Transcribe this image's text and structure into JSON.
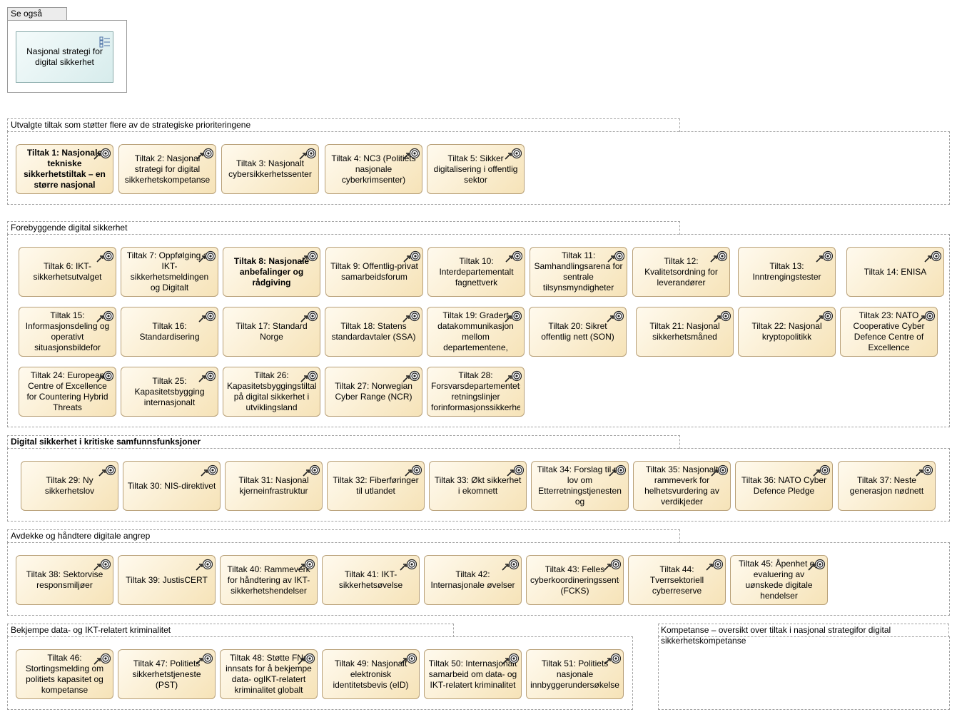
{
  "see_also": {
    "title": "Se også",
    "strategy_label": "Nasjonal strategi for digital sikkerhet",
    "strategy_icon": "list-tree-icon"
  },
  "groups": [
    {
      "id": "g1",
      "title": "Utvalgte tiltak som støtter flere av de strategiske prioriteringene",
      "bold": false
    },
    {
      "id": "g2",
      "title": "Forebyggende digital sikkerhet",
      "bold": false
    },
    {
      "id": "g3",
      "title": "Digital sikkerhet i kritiske samfunnsfunksjoner",
      "bold": true
    },
    {
      "id": "g4",
      "title": "Avdekke og håndtere digitale angrep",
      "bold": false
    },
    {
      "id": "g5",
      "title": "Bekjempe data- og IKT-relatert kriminalitet",
      "bold": false
    },
    {
      "id": "g6",
      "title": "Kompetanse – oversikt over tiltak i nasjonal strategifor digital sikkerhetskompetanse",
      "bold": false
    }
  ],
  "card_icon": "target-goal-icon",
  "colors": {
    "card_border": "#b8a078",
    "card_fill": "#f6e3b8",
    "strategy_fill": "#d7ecec"
  },
  "tiltak": [
    {
      "label": "Tiltak 1: Nasjonale tekniske sikkerhetstiltak – en større nasjonal",
      "bold": true
    },
    {
      "label": "Tiltak 2: Nasjonal strategi for digital sikkerhetskompetanse",
      "bold": false
    },
    {
      "label": "Tiltak 3: Nasjonalt cybersikkerhetssenter",
      "bold": false
    },
    {
      "label": "Tiltak 4: NC3 (Politiets nasjonale cyberkrimsenter)",
      "bold": false
    },
    {
      "label": "Tiltak 5: Sikker digitalisering i offentlig sektor",
      "bold": false
    },
    {
      "label": "Tiltak 6: IKT-sikkerhetsutvalget",
      "bold": false
    },
    {
      "label": "Tiltak 7: Oppfølging av IKT-sikkerhetsmeldingen og Digitalt",
      "bold": false
    },
    {
      "label": "Tiltak 8: Nasjonale anbefalinger og rådgiving",
      "bold": true
    },
    {
      "label": "Tiltak 9: Offentlig-privat samarbeidsforum",
      "bold": false
    },
    {
      "label": "Tiltak 10: Interdepartementalt fagnettverk",
      "bold": false
    },
    {
      "label": "Tiltak 11: Samhandlingsarena for sentrale tilsynsmyndigheter",
      "bold": false
    },
    {
      "label": "Tiltak 12: Kvalitetsordning for leverandører",
      "bold": false
    },
    {
      "label": "Tiltak 13: Inntrengingstester",
      "bold": false
    },
    {
      "label": "Tiltak 14: ENISA",
      "bold": false
    },
    {
      "label": "Tiltak 15: Informasjonsdeling og operativt situasjonsbildefor",
      "bold": false
    },
    {
      "label": "Tiltak 16: Standardisering",
      "bold": false
    },
    {
      "label": "Tiltak 17: Standard Norge",
      "bold": false
    },
    {
      "label": "Tiltak 18: Statens standardavtaler (SSA)",
      "bold": false
    },
    {
      "label": "Tiltak 19: Gradert datakommunikasjon mellom departementene,",
      "bold": false
    },
    {
      "label": "Tiltak 20: Sikret offentlig nett (SON)",
      "bold": false
    },
    {
      "label": "Tiltak 21: Nasjonal sikkerhetsmåned",
      "bold": false
    },
    {
      "label": "Tiltak 22: Nasjonal kryptopolitikk",
      "bold": false
    },
    {
      "label": "Tiltak 23: NATO Cooperative Cyber Defence Centre of Excellence",
      "bold": false
    },
    {
      "label": "Tiltak 24: European Centre of Excellence for Countering Hybrid Threats",
      "bold": false
    },
    {
      "label": "Tiltak 25: Kapasitetsbygging internasjonalt",
      "bold": false
    },
    {
      "label": "Tiltak 26: Kapasitetsbyggingstiltak på digital sikkerhet i utviklingsland",
      "bold": false
    },
    {
      "label": "Tiltak 27: Norwegian Cyber Range (NCR)",
      "bold": false
    },
    {
      "label": "Tiltak 28: Forsvarsdepartementets retningslinjer forinformasjonssikkerhe",
      "bold": false
    },
    {
      "label": "Tiltak 29: Ny sikkerhetslov",
      "bold": false
    },
    {
      "label": "Tiltak 30: NIS-direktivet",
      "bold": false
    },
    {
      "label": "Tiltak 31: Nasjonal kjerneinfrastruktur",
      "bold": false
    },
    {
      "label": "Tiltak 32: Fiberføringer til utlandet",
      "bold": false
    },
    {
      "label": "Tiltak 33: Økt sikkerhet i ekomnett",
      "bold": false
    },
    {
      "label": "Tiltak 34: Forslag til ny lov om Etterretningstjenesten og",
      "bold": false
    },
    {
      "label": "Tiltak 35: Nasjonalt rammeverk for helhetsvurdering av verdikjeder",
      "bold": false
    },
    {
      "label": "Tiltak 36: NATO Cyber Defence Pledge",
      "bold": false
    },
    {
      "label": "Tiltak 37: Neste generasjon nødnett",
      "bold": false
    },
    {
      "label": "Tiltak 38: Sektorvise responsmiljøer",
      "bold": false
    },
    {
      "label": "Tiltak 39: JustisCERT",
      "bold": false
    },
    {
      "label": "Tiltak 40: Rammeverk for håndtering av IKT-sikkerhetshendelser",
      "bold": false
    },
    {
      "label": "Tiltak 41: IKT-sikkerhetsøvelse",
      "bold": false
    },
    {
      "label": "Tiltak 42: Internasjonale øvelser",
      "bold": false
    },
    {
      "label": "Tiltak 43: Felles cyberkoordineringssenter (FCKS)",
      "bold": false
    },
    {
      "label": "Tiltak 44: Tverrsektoriell cyberreserve",
      "bold": false
    },
    {
      "label": "Tiltak 45: Åpenhet og evaluering av uønskede digitale hendelser",
      "bold": false
    },
    {
      "label": "Tiltak 46: Stortingsmelding om politiets kapasitet og kompetanse",
      "bold": false
    },
    {
      "label": "Tiltak 47: Politiets sikkerhetstjeneste (PST)",
      "bold": false
    },
    {
      "label": "Tiltak 48: Støtte FNs innsats for å bekjempe data- ogIKT-relatert kriminalitet globalt",
      "bold": false
    },
    {
      "label": "Tiltak 49: Nasjonalt elektronisk identitetsbevis (eID)",
      "bold": false
    },
    {
      "label": "Tiltak 50: Internasjonalt samarbeid om data- og IKT-relatert kriminalitet",
      "bold": false
    },
    {
      "label": "Tiltak 51: Politiets nasjonale innbyggerundersøkelse",
      "bold": false
    }
  ]
}
